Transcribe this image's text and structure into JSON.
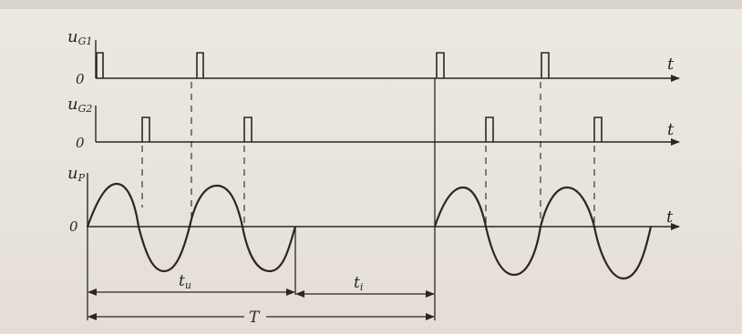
{
  "colors": {
    "ink": "#2b2623",
    "paper": "#ebe6e0"
  },
  "labels": {
    "ug1": "u",
    "ug1_sub": "G1",
    "ug2": "u",
    "ug2_sub": "G2",
    "up": "u",
    "up_sub": "P",
    "zero": "0",
    "t": "t",
    "tu": "t",
    "tu_sub": "u",
    "ti": "t",
    "ti_sub": "i",
    "T": "T"
  }
}
